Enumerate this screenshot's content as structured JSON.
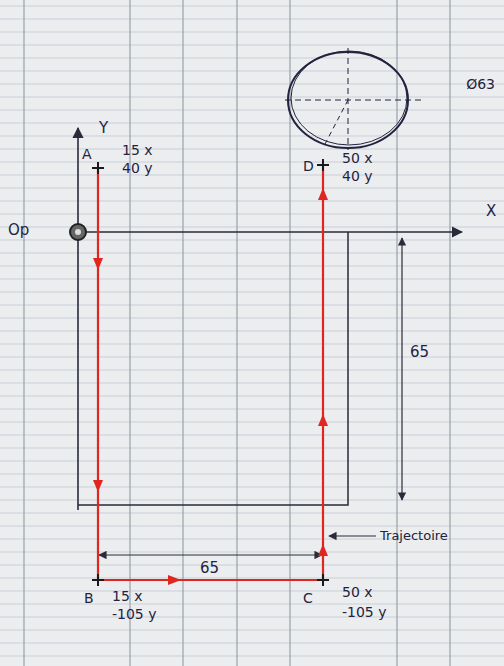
{
  "diagram": {
    "nodes": [
      {
        "text": [
          "Ø63"
        ]
      }
    ],
    "labels": [
      "Y",
      "A",
      "15 x",
      "40 y",
      "D",
      "50 x",
      "40 y",
      "Op",
      "X",
      "65",
      "Trajectoire",
      "65",
      "B",
      "15 x",
      "-105 y",
      "C",
      "50 x",
      "-105 y"
    ]
  }
}
